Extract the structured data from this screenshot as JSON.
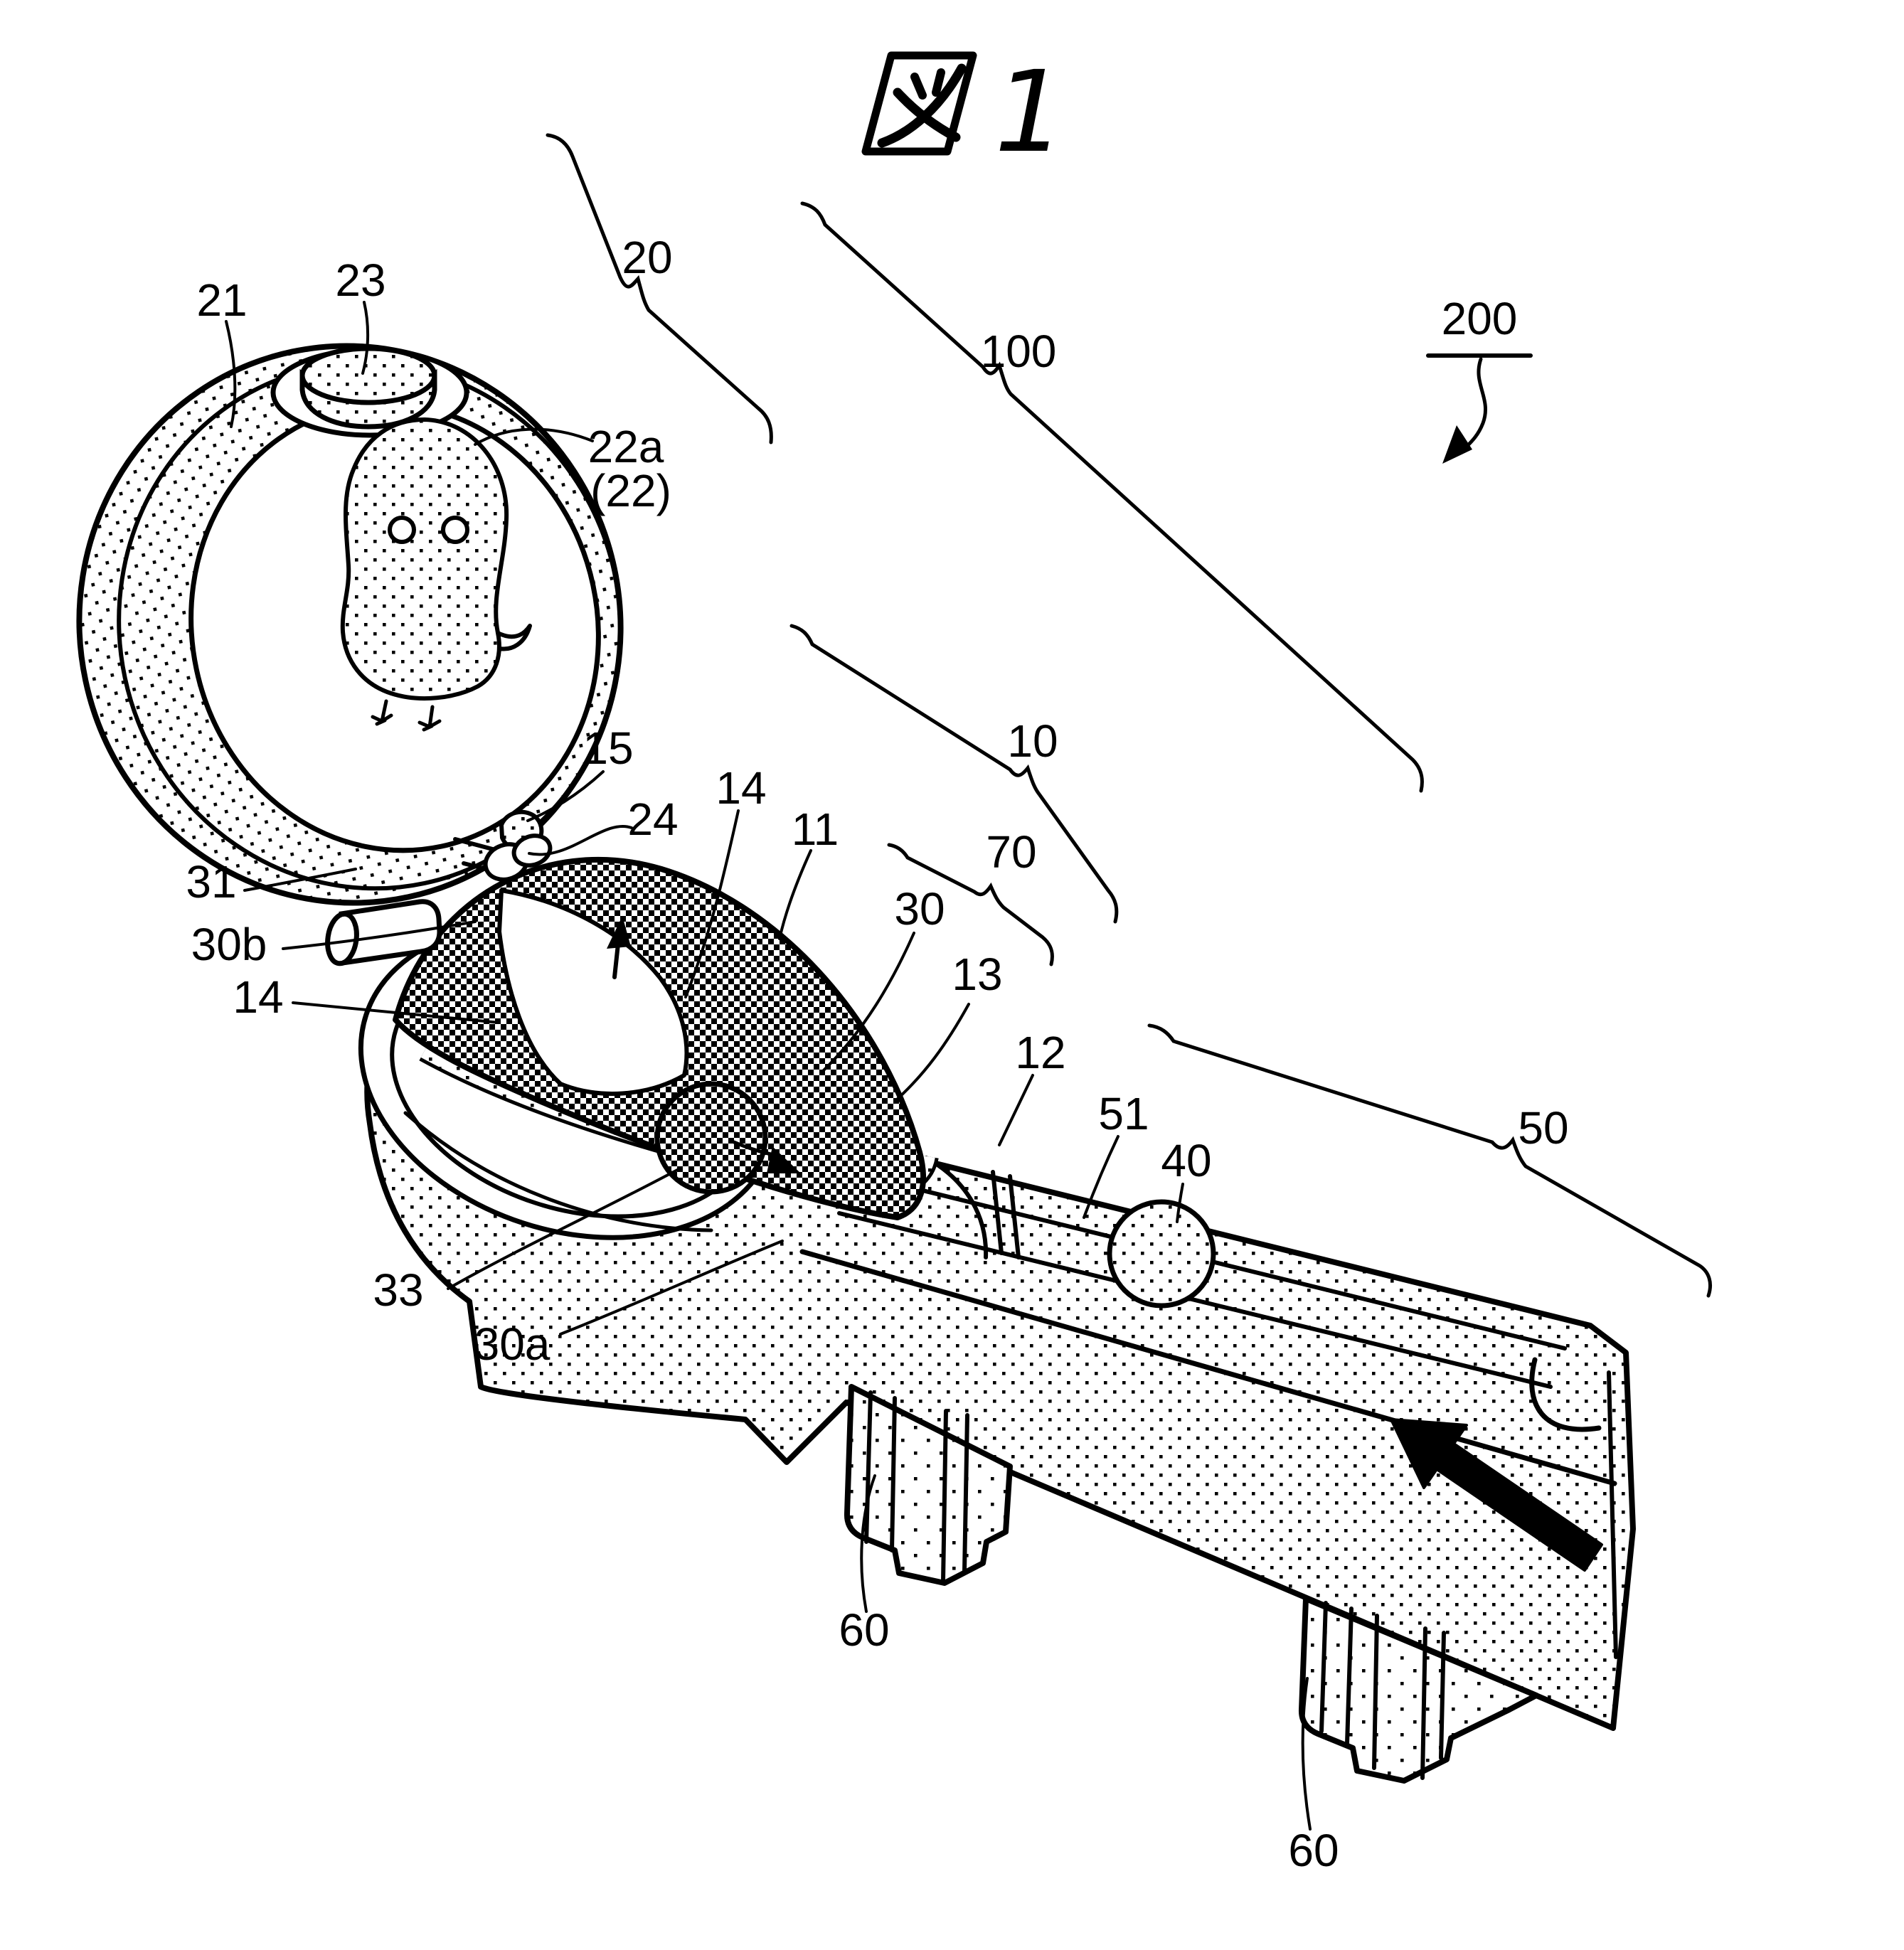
{
  "figure": {
    "title_prefix": "図",
    "title_number": "1",
    "type": "patent-line-drawing",
    "ink_color": "#000000",
    "paper_color": "#ffffff"
  },
  "labels": {
    "l21": "21",
    "l23": "23",
    "l20": "20",
    "l100": "100",
    "l200": "200",
    "l22a": "22a",
    "l22p": "(22)",
    "l15": "15",
    "l24": "24",
    "l14u": "14",
    "l11": "11",
    "l10": "10",
    "l70": "70",
    "l30": "30",
    "l13": "13",
    "l31": "31",
    "l30b": "30b",
    "l14l": "14",
    "l12": "12",
    "l51": "51",
    "l40": "40",
    "l50": "50",
    "l33": "33",
    "l30a": "30a",
    "l60a": "60",
    "l60b": "60"
  },
  "icons": {
    "zu_kanji_icon": "boxed figure kanji",
    "big_flow_arrow": "solid arrow pointing up-left along chute",
    "lid_open_arrow": "small solid arrow pointing up at hinge",
    "ball_path_arrow": "small solid arrow pointing down-right in bowl",
    "ref200_arrow": "wavy arrow pointing down-left from 200"
  }
}
